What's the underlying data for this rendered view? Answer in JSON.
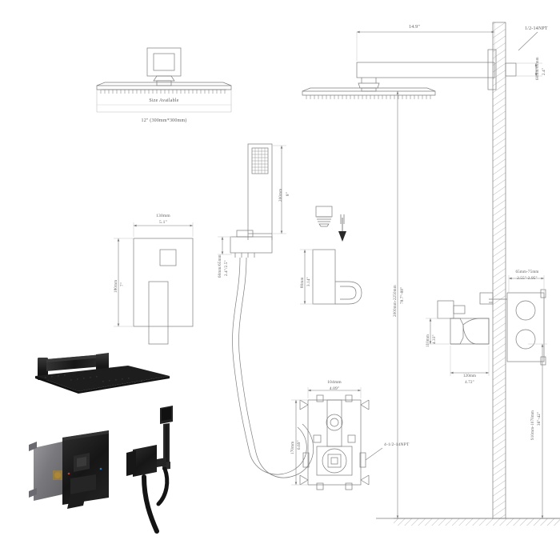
{
  "document": {
    "type": "technical-specification-drawing",
    "subject": "Wall mounted square rainfall shower system with handheld shower and pressure balance valve",
    "background_color": "#ffffff",
    "line_color": "#7d7d7d",
    "text_color": "#5c5c5c",
    "product_color": "#1b1b1b"
  },
  "rain_head_view": {
    "note_title": "Size Available",
    "size_label": "12\" (300mm*300mm)"
  },
  "arm_view": {
    "arm_length": "14.9\"",
    "inlet_thread": "1/2-14NPT",
    "inlet_depth_mm": "60mm/65mm",
    "inlet_depth_in": "2.4\""
  },
  "hand_shower_view": {
    "length_mm": "200mm",
    "length_in": "8\"",
    "outlet_mm": "60mm/65mm",
    "outlet_in": "2.4\"/2.5\""
  },
  "trim_plate_view": {
    "width_mm": "130mm",
    "width_in": "5.1\"",
    "height_mm": "180mm",
    "height_in": "7\""
  },
  "holder_view": {
    "height_mm": "80mm",
    "height_in": "3.14\""
  },
  "valve_body_view": {
    "width_mm": "104mm",
    "width_in": "4.09\"",
    "height_mm": "170mm",
    "height_in": "6.69\"",
    "port_thread": "4-1/2-14NPT"
  },
  "installation_view": {
    "head_height_mm": "2000mm-2250mm",
    "head_height_in": "78.7\"-88\"",
    "arm_drop_mm": "65mm-75mm",
    "arm_drop_in": "2.55\"-2.95\"",
    "valve_width_mm": "120mm",
    "valve_width_in": "4.72\"",
    "valve_height_mm": "110mm",
    "valve_height_in": "4.33\"",
    "valve_height_from_floor_mm": "910mm-1070mm",
    "valve_height_from_floor_in": "36\"-42\""
  }
}
